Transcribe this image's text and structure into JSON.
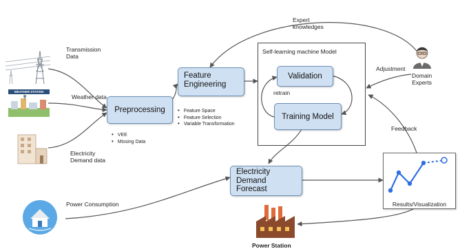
{
  "labels": {
    "transmission_data": "Transmission\nData",
    "weather_data": "Weather data",
    "weather_station_sign": "WEATHER STATION",
    "electricity_demand_data": "Electricity\nDemand data",
    "power_consumption": "Power Consumption",
    "expert_knowledges": "Expert\nknowledges",
    "adjustment": "Adjustment",
    "domain_experts": "Domain\nExperts",
    "feedback": "Feedback",
    "retrain": "retrain",
    "self_learning_title": "Self-learning machine Model",
    "results_visualization": "Results/Visualization",
    "power_station": "Power Station"
  },
  "boxes": {
    "preprocessing": "Preprocessing",
    "feature_engineering": "Feature\nEngineering",
    "validation": "Validation",
    "training_model": "Training Model",
    "forecast": "Electricity\nDemand\nForecast"
  },
  "preprocessing_bullets": [
    "VEE",
    "Missing Data"
  ],
  "feature_bullets": [
    "Feature Space",
    "Feature Selection",
    "Variable  Transformation"
  ],
  "colors": {
    "box_fill": "#cfe0f2",
    "box_border": "#6b8fb5",
    "arrow": "#555555",
    "chart_line": "#2f6fe0"
  },
  "icons": [
    "transmission-tower-icon",
    "weather-station-icon",
    "building-icon",
    "house-icon",
    "domain-expert-icon",
    "line-chart-icon",
    "power-station-icon"
  ]
}
